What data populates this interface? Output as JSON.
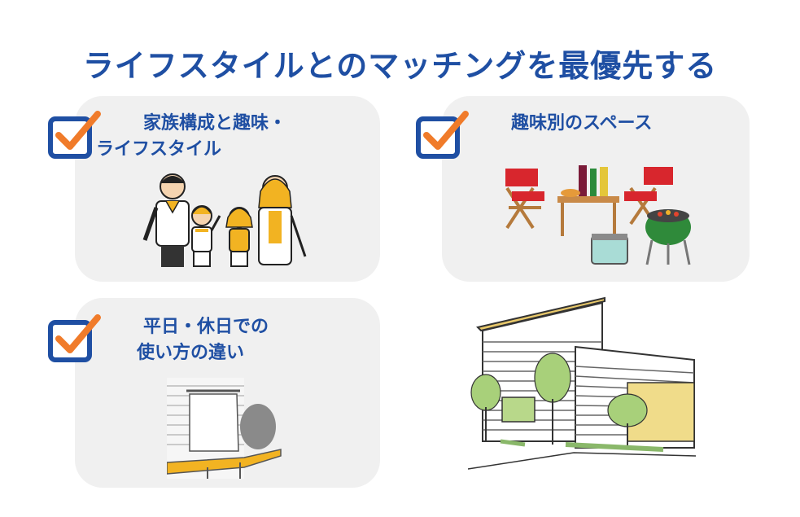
{
  "title": "ライフスタイルとのマッチングを最優先する",
  "cards": [
    {
      "line1": "家族構成と趣味・",
      "line2": "ライフスタイル",
      "icon": "family-illustration"
    },
    {
      "line1": "趣味別のスペース",
      "icon": "bbq-camping-illustration"
    },
    {
      "line1": "平日・休日での",
      "line2": "使い方の違い",
      "icon": "awning-illustration"
    }
  ],
  "house": {
    "icon": "house-illustration"
  },
  "colors": {
    "title": "#1f4fa3",
    "check_box": "#1f4fa3",
    "check_mark": "#f07b2a",
    "card_bg": "#f0f0f0"
  }
}
